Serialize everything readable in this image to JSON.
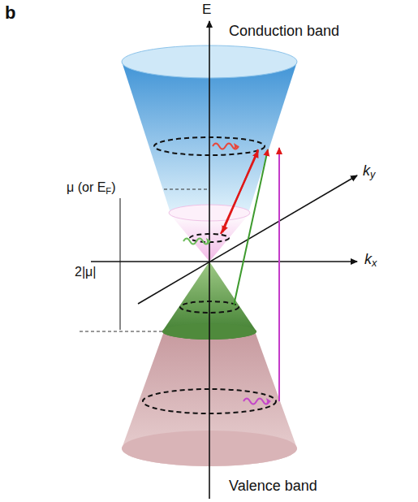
{
  "diagram": {
    "labels": [
      "b",
      "E",
      "Conduction band",
      "μ (or EF)",
      "ky",
      "kx",
      "2|μ|",
      "Valence band"
    ]
  }
}
